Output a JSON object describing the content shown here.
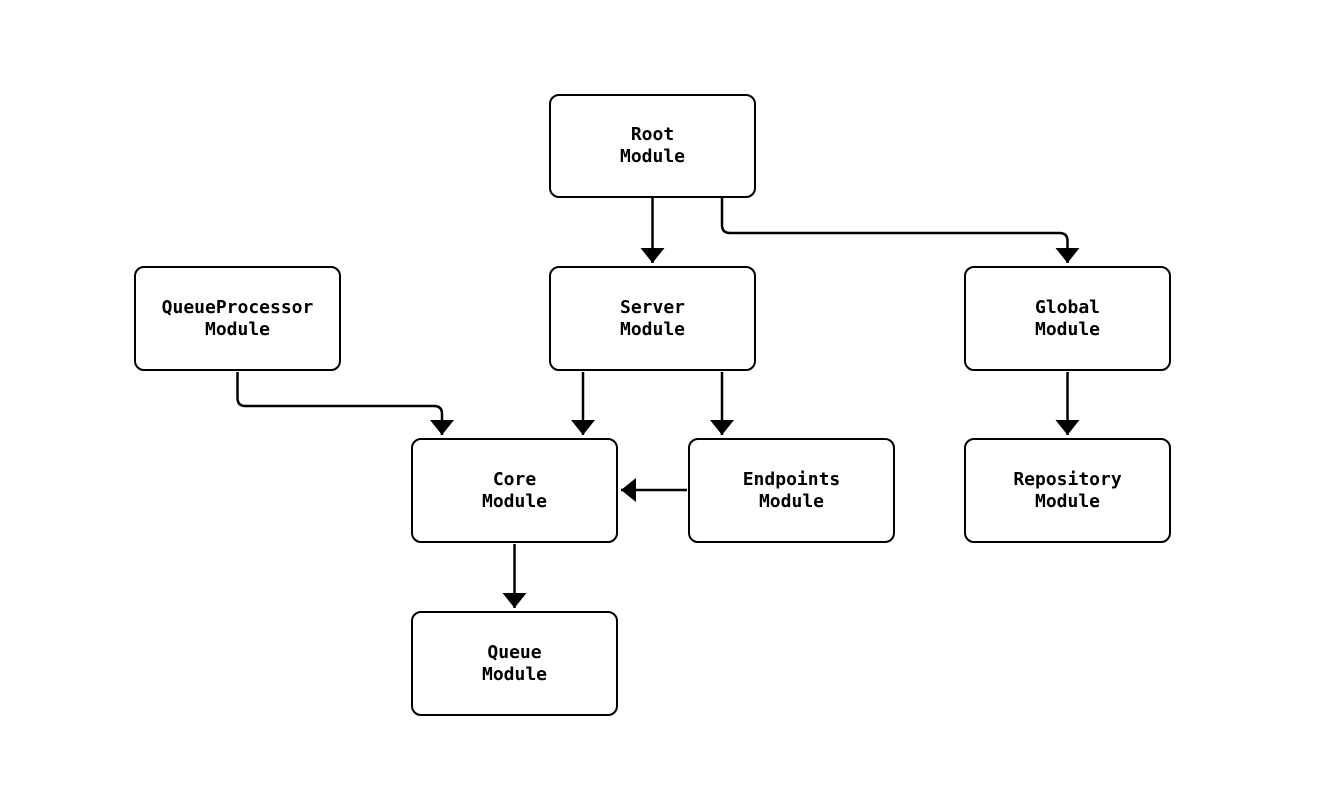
{
  "diagram": {
    "type": "module-dependency-flowchart",
    "colors": {
      "background": "#ffffff",
      "node_fill": "#ffffff",
      "node_border": "#000000",
      "edge": "#000000",
      "text": "#000000"
    },
    "nodes": [
      {
        "id": "root",
        "label": "Root\nModule"
      },
      {
        "id": "queueprocessor",
        "label": "QueueProcessor\nModule"
      },
      {
        "id": "server",
        "label": "Server\nModule"
      },
      {
        "id": "global",
        "label": "Global\nModule"
      },
      {
        "id": "core",
        "label": "Core\nModule"
      },
      {
        "id": "endpoints",
        "label": "Endpoints\nModule"
      },
      {
        "id": "repository",
        "label": "Repository\nModule"
      },
      {
        "id": "queue",
        "label": "Queue\nModule"
      }
    ],
    "edges": [
      {
        "from": "root",
        "to": "server"
      },
      {
        "from": "root",
        "to": "global"
      },
      {
        "from": "queueprocessor",
        "to": "core"
      },
      {
        "from": "server",
        "to": "core"
      },
      {
        "from": "server",
        "to": "endpoints"
      },
      {
        "from": "endpoints",
        "to": "core"
      },
      {
        "from": "global",
        "to": "repository"
      },
      {
        "from": "core",
        "to": "queue"
      }
    ]
  }
}
